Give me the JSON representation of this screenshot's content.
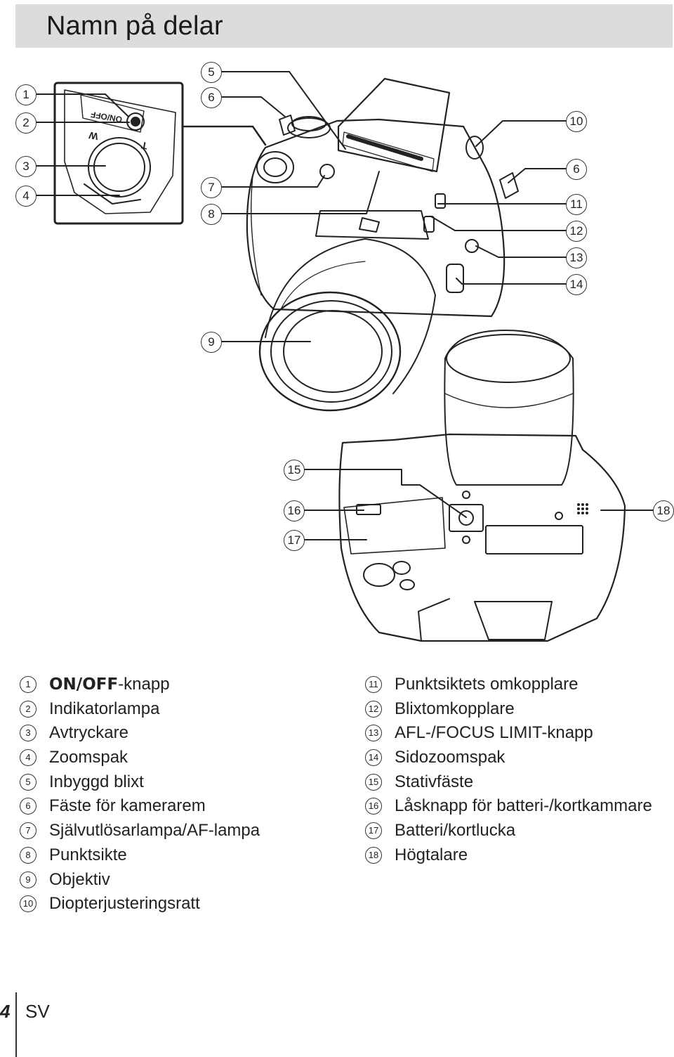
{
  "header": {
    "title": "Namn på delar"
  },
  "callouts": {
    "c1": "1",
    "c2": "2",
    "c3": "3",
    "c4": "4",
    "c5": "5",
    "c6a": "6",
    "c7": "7",
    "c8": "8",
    "c9": "9",
    "c10": "10",
    "c6b": "6",
    "c11": "11",
    "c12": "12",
    "c13": "13",
    "c14": "14",
    "c15": "15",
    "c16": "16",
    "c17": "17",
    "c18": "18"
  },
  "camera_markings": {
    "on_off": "ON/OFF",
    "wide": "W",
    "tele": "T"
  },
  "legend": {
    "left": [
      {
        "num": "1",
        "bold": "ON/OFF",
        "text": "-knapp"
      },
      {
        "num": "2",
        "bold": "",
        "text": "Indikatorlampa"
      },
      {
        "num": "3",
        "bold": "",
        "text": "Avtryckare"
      },
      {
        "num": "4",
        "bold": "",
        "text": "Zoomspak"
      },
      {
        "num": "5",
        "bold": "",
        "text": "Inbyggd blixt"
      },
      {
        "num": "6",
        "bold": "",
        "text": "Fäste för kamerarem"
      },
      {
        "num": "7",
        "bold": "",
        "text": "Självutlösarlampa/AF-lampa"
      },
      {
        "num": "8",
        "bold": "",
        "text": "Punktsikte"
      },
      {
        "num": "9",
        "bold": "",
        "text": "Objektiv"
      },
      {
        "num": "10",
        "bold": "",
        "text": "Diopterjusteringsratt"
      }
    ],
    "right": [
      {
        "num": "11",
        "bold": "",
        "text": "Punktsiktets omkopplare"
      },
      {
        "num": "12",
        "bold": "",
        "text": "Blixtomkopplare"
      },
      {
        "num": "13",
        "bold": "",
        "text": "AFL-/FOCUS LIMIT-knapp"
      },
      {
        "num": "14",
        "bold": "",
        "text": "Sidozoomspak"
      },
      {
        "num": "15",
        "bold": "",
        "text": "Stativfäste"
      },
      {
        "num": "16",
        "bold": "",
        "text": "Låsknapp för batteri-/kortkammare"
      },
      {
        "num": "17",
        "bold": "",
        "text": "Batteri/kortlucka"
      },
      {
        "num": "18",
        "bold": "",
        "text": "Högtalare"
      }
    ]
  },
  "footer": {
    "page": "4",
    "lang": "SV"
  }
}
